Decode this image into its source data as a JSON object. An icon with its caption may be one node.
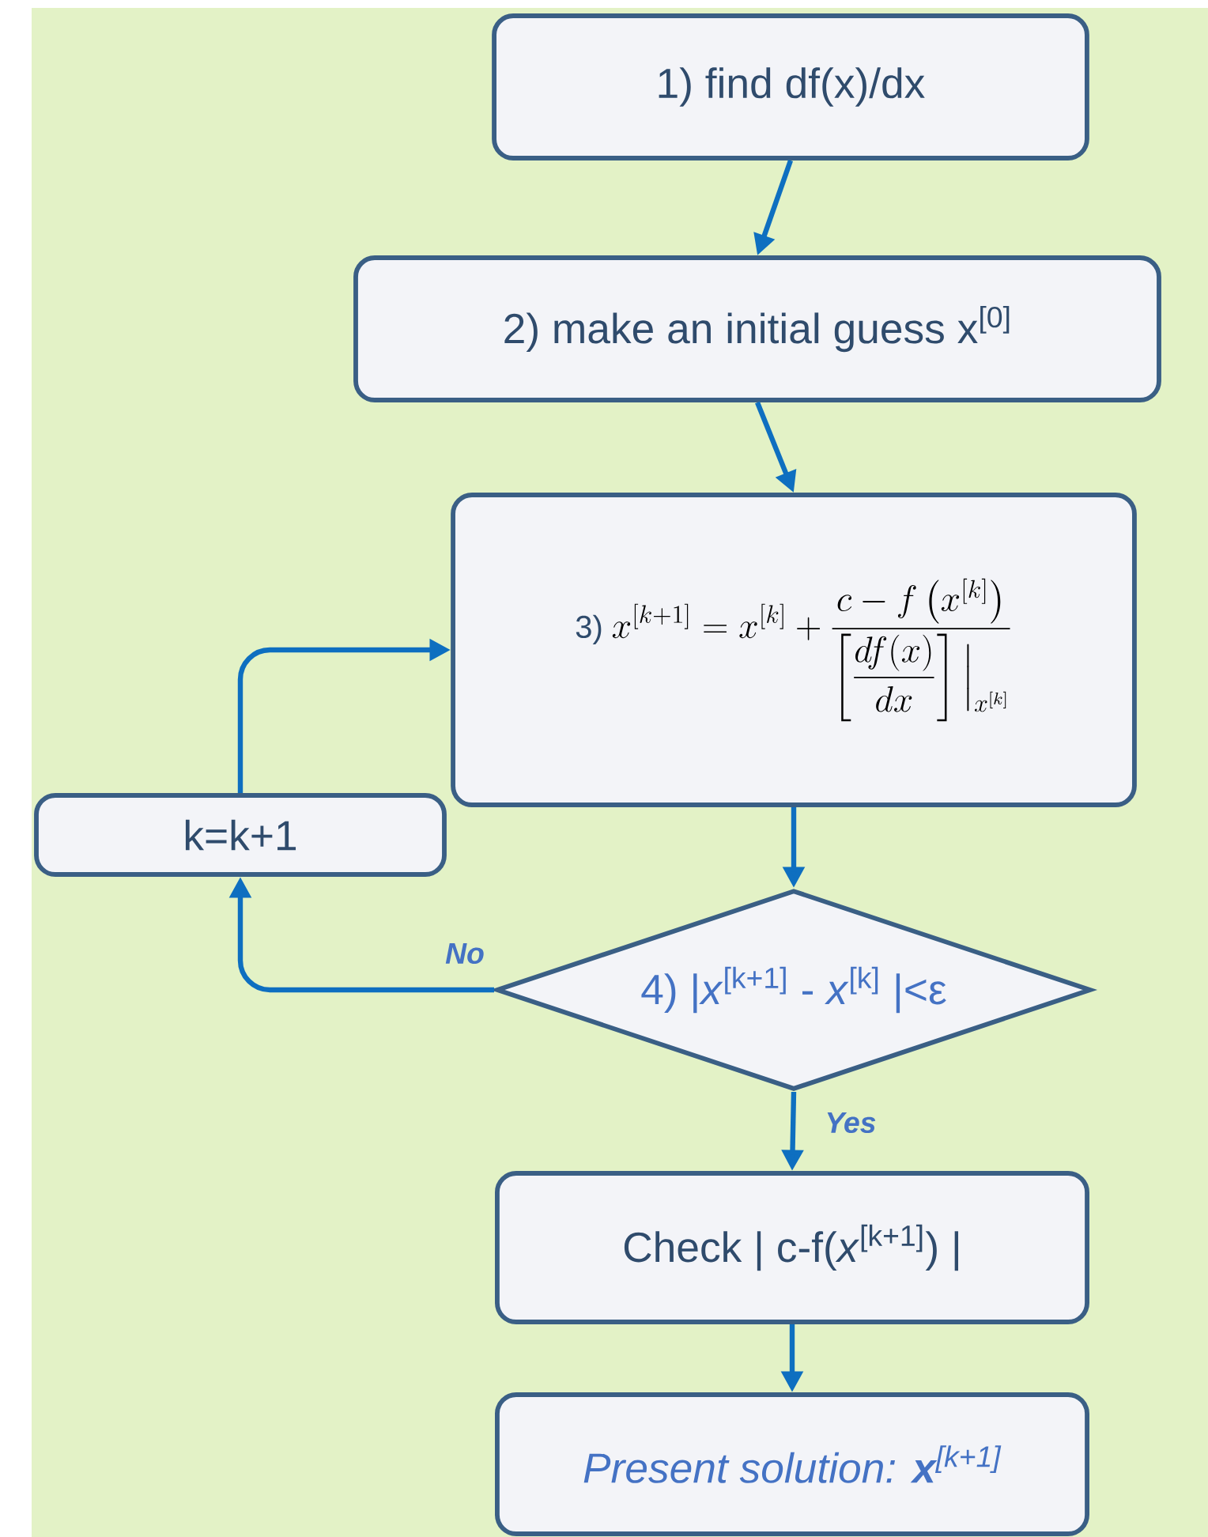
{
  "diagram": {
    "nodes": [
      {
        "text": [
          "1) find df(x)/dx"
        ]
      },
      {
        "text": [
          "2) make an initial guess x$^{[0]}$"
        ]
      },
      {
        "text": [
          "3)",
          "x^{[k+1]} = x^{[k]} + \\frac{c - f\\left(x^{[k]}\\right)}{\\left[\\dfrac{df(x)}{dx}\\right]\\Big|_{x^{[k]}}}"
        ]
      },
      {
        "text": [
          "k=k+1"
        ]
      },
      {
        "text": [
          "4) |*x*$^{[k+1]}$ - *x*$^{[k]}$ |<ε"
        ]
      },
      {
        "text": [
          "Check | c-f(*x*$^{[k+1]}$) |"
        ]
      },
      {
        "text": [
          "Present solution: **x**$^{[k+1]}$"
        ]
      }
    ],
    "edges": [
      {
        "from": 0,
        "to": 1,
        "arrow": "to"
      },
      {
        "from": 1,
        "to": 2,
        "arrow": "to"
      },
      {
        "from": 2,
        "to": 4,
        "arrow": "to"
      },
      {
        "from": 4,
        "to": 3,
        "arrow": "to",
        "label": "No"
      },
      {
        "from": 3,
        "to": 2,
        "arrow": "to"
      },
      {
        "from": 4,
        "to": 5,
        "arrow": "to",
        "label": "Yes"
      },
      {
        "from": 5,
        "to": 6,
        "arrow": "to"
      }
    ]
  }
}
